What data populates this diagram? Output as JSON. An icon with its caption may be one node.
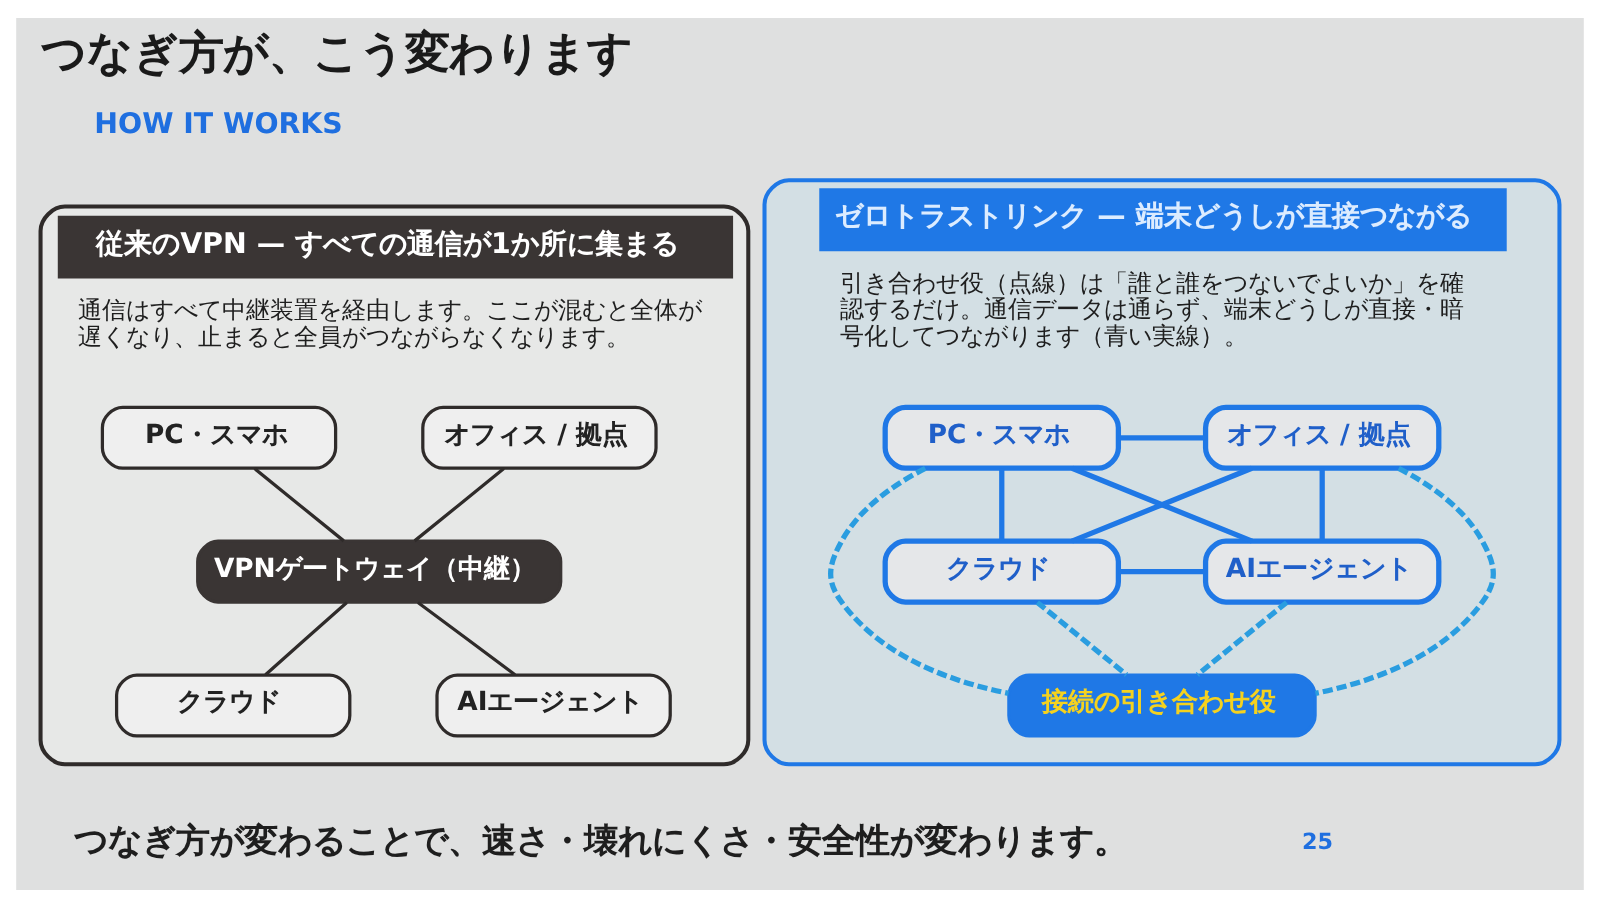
{
  "diagram": {
    "title": "つなぎ方が、こう変わります",
    "nodes": [
      {
        "text": [
          "従来のVPN — すべての通信が1か所に集まる",
          "通信はすべて中継装置を経由します。ここが混むと全体が遅くなり、止まると全員がつながらなくなります。"
        ]
      },
      {
        "text": [
          "PC・スマホ"
        ],
        "in": 0
      },
      {
        "text": [
          "オフィス / 拠点"
        ],
        "in": 0
      },
      {
        "text": [
          "VPNゲートウェイ（中継）"
        ],
        "in": 0
      },
      {
        "text": [
          "クラウド"
        ],
        "in": 0
      },
      {
        "text": [
          "AIエージェント"
        ],
        "in": 0
      },
      {
        "text": [
          "ゼロトラストリンク — 端末どうしが直接つながる",
          "引き合わせ役（点線）は「誰と誰をつないでよいか」を確認するだけ。通信データは通らず、端末どうしが直接・暗号化してつながります（青い実線）。"
        ]
      },
      {
        "text": [
          "PC・スマホ"
        ],
        "in": 6
      },
      {
        "text": [
          "オフィス / 拠点"
        ],
        "in": 6
      },
      {
        "text": [
          "クラウド"
        ],
        "in": 6
      },
      {
        "text": [
          "AIエージェント"
        ],
        "in": 6
      },
      {
        "text": [
          "接続の引き合わせ役"
        ],
        "in": 6
      }
    ],
    "edges": [
      {
        "from": 1,
        "to": 3,
        "arrow": "none",
        "color": "#2f2b2a"
      },
      {
        "from": 2,
        "to": 3,
        "arrow": "none",
        "color": "#2f2b2a"
      },
      {
        "from": 3,
        "to": 4,
        "arrow": "none",
        "color": "#2f2b2a"
      },
      {
        "from": 3,
        "to": 5,
        "arrow": "none",
        "color": "#2f2b2a"
      },
      {
        "from": 7,
        "to": 8,
        "arrow": "none"
      },
      {
        "from": 7,
        "to": 9,
        "arrow": "none"
      },
      {
        "from": 7,
        "to": 11,
        "arrow": "none",
        "style": "dashed",
        "color": "#2a9de0"
      },
      {
        "from": 7,
        "to": 10,
        "arrow": "none"
      },
      {
        "from": 8,
        "to": 9,
        "arrow": "none"
      },
      {
        "from": 8,
        "to": 11,
        "arrow": "none",
        "style": "dashed",
        "color": "#2a9de0"
      },
      {
        "from": 8,
        "to": 10,
        "arrow": "none"
      },
      {
        "from": 9,
        "to": 10,
        "arrow": "none"
      },
      {
        "from": 9,
        "to": 11,
        "arrow": "none",
        "style": "dashed",
        "color": "#2a9de0"
      },
      {
        "from": 10,
        "to": 11,
        "arrow": "none",
        "style": "dashed",
        "color": "#2a9de0"
      }
    ],
    "labels": [
      "HOW IT WORKS",
      "つなぎ方が変わることで、速さ・壊れにくさ・安全性が変わります。",
      "25"
    ]
  }
}
